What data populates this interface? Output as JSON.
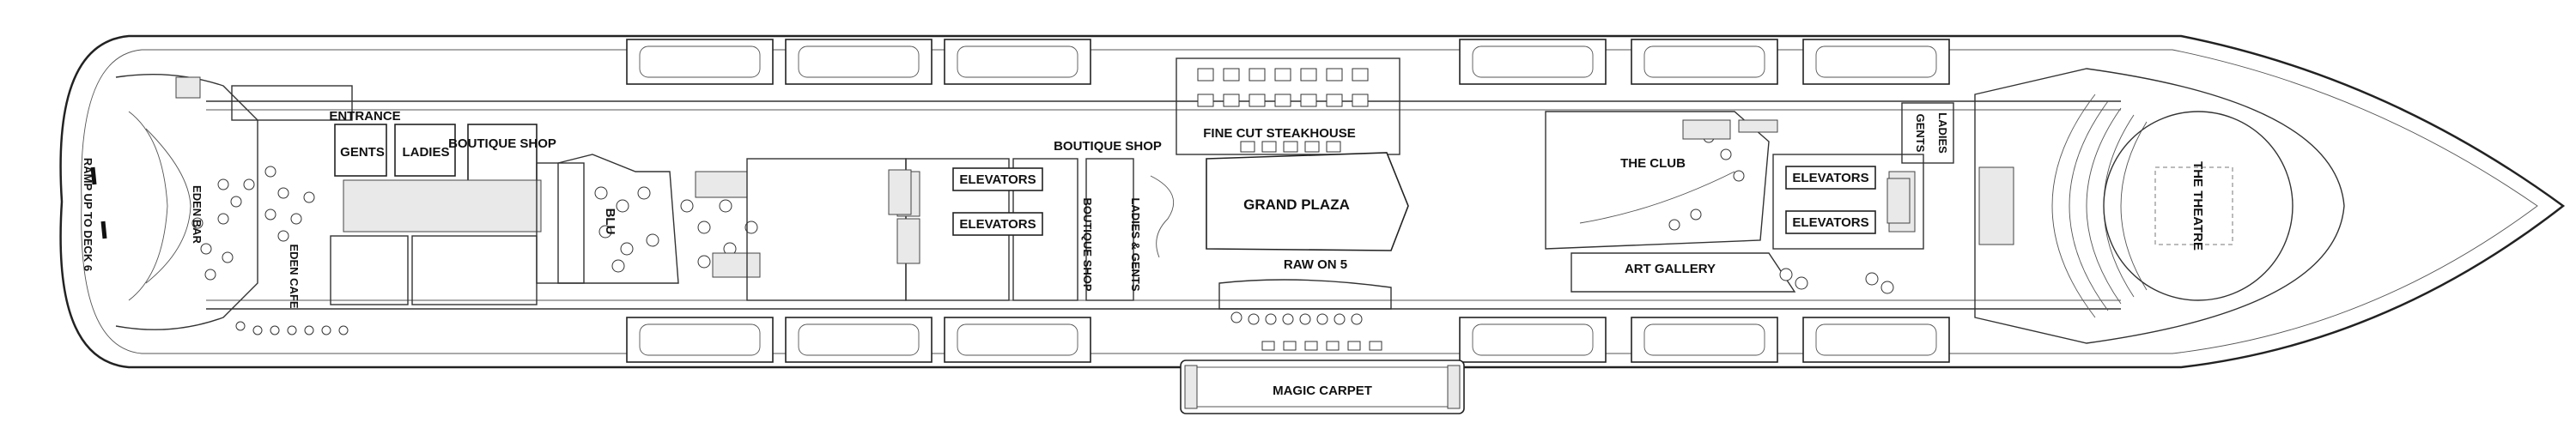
{
  "deck_labels": {
    "entrance": "ENTRANCE",
    "gents_left": "GENTS",
    "ladies_left": "LADIES",
    "boutique_shop_left": "BOUTIQUE SHOP",
    "boutique_shop_mid": "BOUTIQUE SHOP",
    "boutique_shop_vertical": "BOUTIQUE SHOP",
    "fine_cut_steakhouse": "FINE CUT STEAKHOUSE",
    "grand_plaza": "GRAND PLAZA",
    "raw_on_5": "RAW ON 5",
    "ladies_gents_mid": "LADIES & GENTS",
    "elevators_aft_1": "ELEVATORS",
    "elevators_aft_2": "ELEVATORS",
    "elevators_fwd_1": "ELEVATORS",
    "elevators_fwd_2": "ELEVATORS",
    "the_club": "THE CLUB",
    "art_gallery": "ART GALLERY",
    "ladies_fwd": "LADIES",
    "gents_fwd": "GENTS",
    "the_theatre": "THE THEATRE",
    "magic_carpet": "MAGIC CARPET",
    "eden_bar": "EDEN BAR",
    "eden_cafe": "EDEN CAFE",
    "blu": "BLU",
    "ramp": "RAMP UP TO DECK 6"
  }
}
